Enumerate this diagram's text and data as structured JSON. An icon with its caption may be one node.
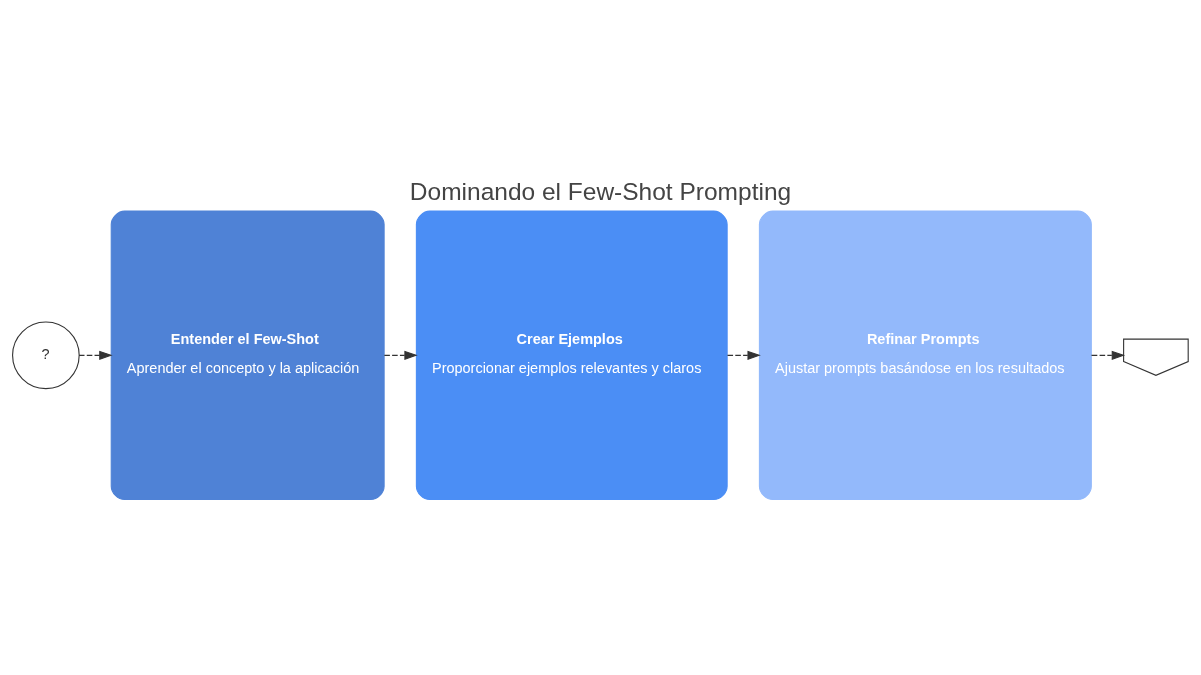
{
  "diagram": {
    "title": "Dominando el Few-Shot Prompting",
    "nodes": [
      {
        "text": [
          "?"
        ]
      },
      {
        "text": [
          "Entender el Few-Shot",
          "Aprender el concepto y la aplicación"
        ]
      },
      {
        "text": [
          "Crear Ejemplos",
          "Proporcionar ejemplos relevantes y claros"
        ]
      },
      {
        "text": [
          "Refinar Prompts",
          "Ajustar prompts basándose en los resultados"
        ]
      },
      {
        "text": [],
        "shape": "shield"
      }
    ],
    "edges": [
      {
        "from": 0,
        "to": 1,
        "arrow": "to",
        "style": "dashed"
      },
      {
        "from": 1,
        "to": 2,
        "arrow": "to",
        "style": "dashed"
      },
      {
        "from": 2,
        "to": 3,
        "arrow": "to",
        "style": "dashed"
      },
      {
        "from": 3,
        "to": 4,
        "arrow": "to",
        "style": "dashed"
      }
    ]
  }
}
